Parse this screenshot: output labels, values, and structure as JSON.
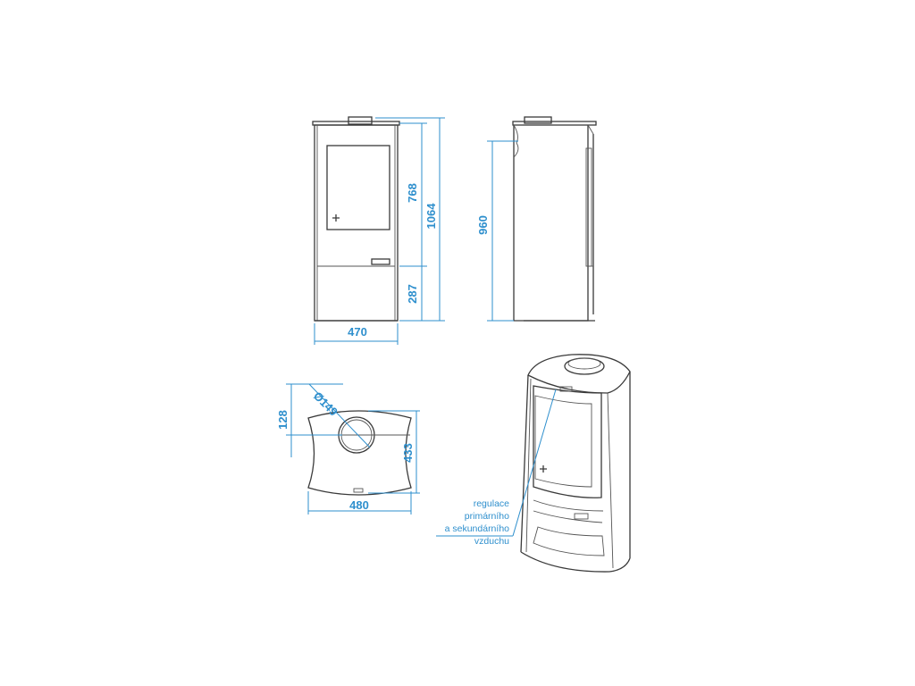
{
  "colors": {
    "dimension": "#2e8fcd",
    "outline": "#3a3a3a",
    "background": "#ffffff"
  },
  "front_view": {
    "width": "470",
    "door_height": "768",
    "total_height": "1064",
    "base_height": "287"
  },
  "side_view": {
    "height": "960"
  },
  "top_view": {
    "width": "480",
    "depth": "433",
    "flue_offset": "128",
    "flue_diameter": "Ø149"
  },
  "iso_view": {
    "callout": [
      "regulace",
      "primárního",
      "a sekundárního",
      "vzduchu"
    ]
  }
}
